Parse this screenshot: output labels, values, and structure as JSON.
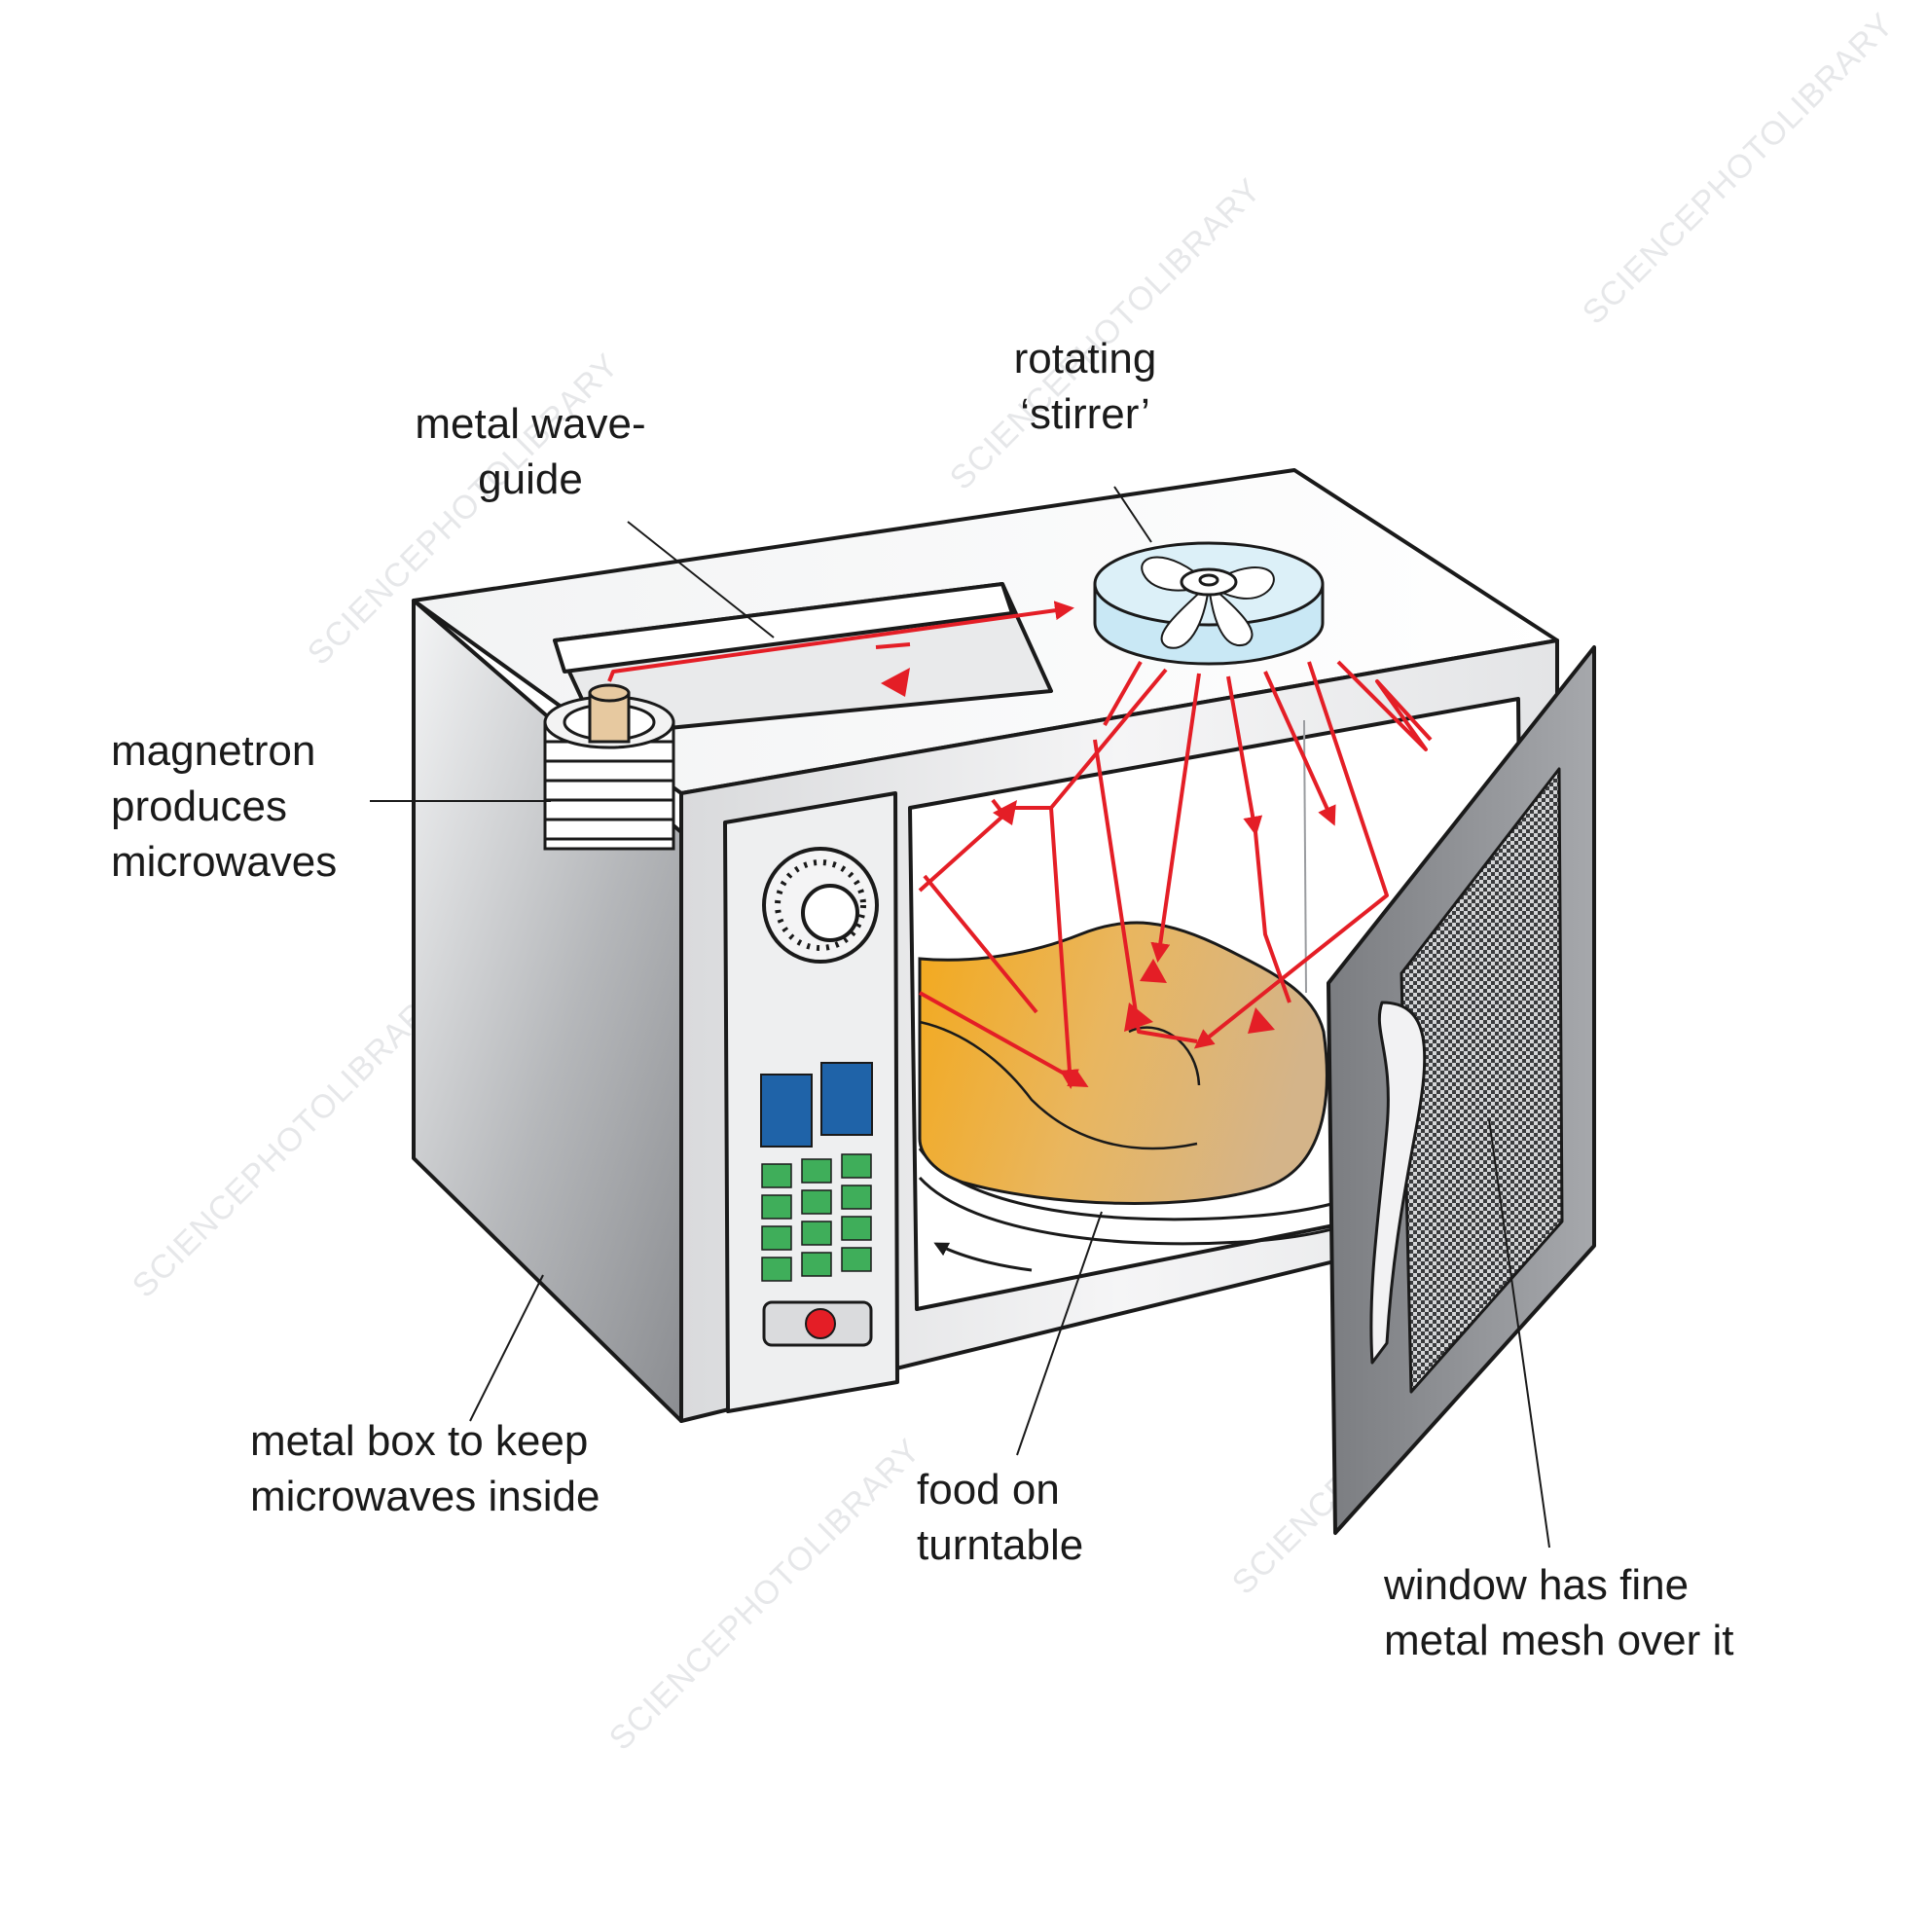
{
  "labels": {
    "stirrer": [
      "rotating",
      "‘stirrer’"
    ],
    "waveguide": [
      "metal wave-",
      "guide"
    ],
    "magnetron": [
      "magnetron",
      "produces",
      "microwaves"
    ],
    "metal_box": [
      "metal box to keep",
      "microwaves inside"
    ],
    "food": [
      "food on",
      "turntable"
    ],
    "window": [
      "window has fine",
      "metal mesh over it"
    ]
  },
  "watermark": "SCIENCEPHOTOLIBRARY",
  "colors": {
    "microwave_arrows": "#e41e26",
    "food": "#e8b04a",
    "stirrer": "#bfe3f2",
    "door": "#8e9094",
    "keypad_green": "#3fae5a",
    "keypad_blue": "#1f63a8",
    "button_red": "#e41e26"
  }
}
